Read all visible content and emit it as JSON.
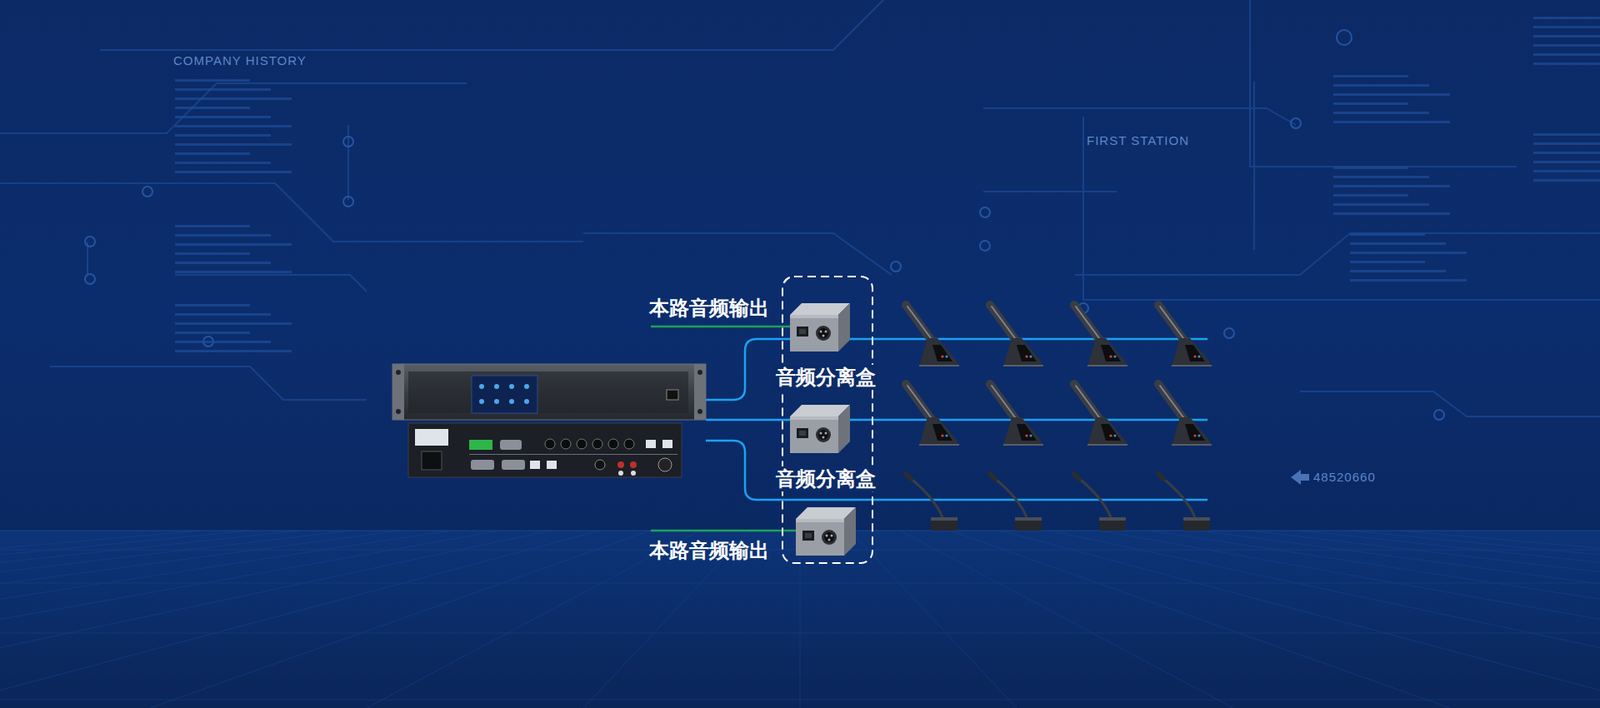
{
  "diagram": {
    "nodes": [
      {
        "text": [
          "音频分离盒"
        ]
      },
      {
        "text": [
          "音频分离盒"
        ]
      }
    ],
    "labels": [
      "本路音频输出",
      "本路音频输出",
      "COMPANY HISTORY",
      "FIRST STATION",
      "48520660"
    ]
  }
}
